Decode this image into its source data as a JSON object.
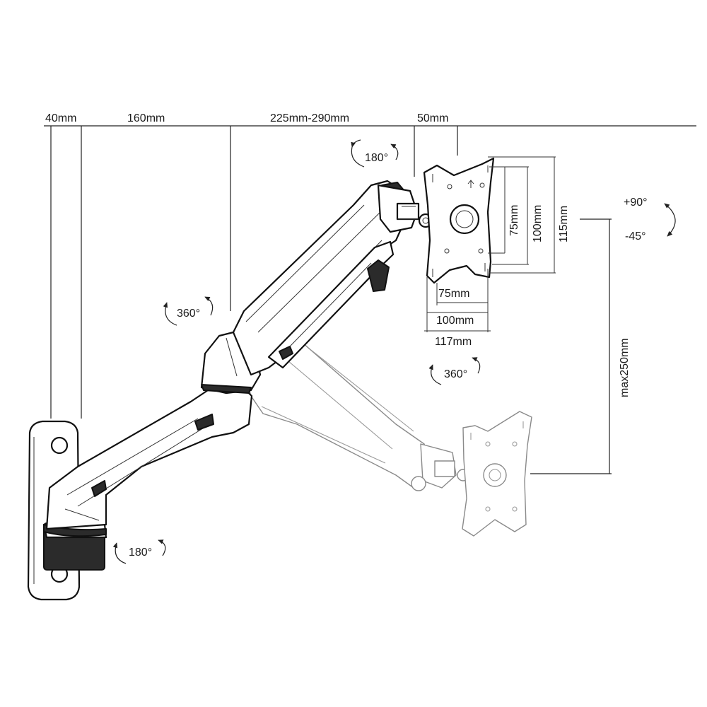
{
  "dimensions": {
    "top": [
      "40mm",
      "160mm",
      "225mm-290mm",
      "50mm"
    ],
    "plate_vertical": [
      "75mm",
      "100mm",
      "115mm"
    ],
    "plate_horizontal": [
      "75mm",
      "100mm",
      "117mm"
    ],
    "height": "max250mm"
  },
  "rotations": {
    "head_top": "180°",
    "middle_joint": "360°",
    "plate": "360°",
    "wall_joint": "180°",
    "tilt_up": "+90°",
    "tilt_down": "-45°"
  }
}
